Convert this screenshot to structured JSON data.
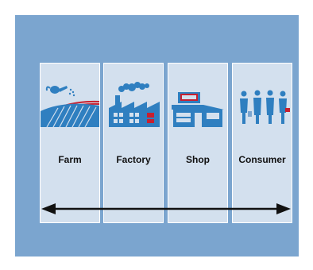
{
  "colors": {
    "background": "#7ba5cf",
    "panel": "#d3e0ee",
    "icon": "#2f7fc0",
    "accent": "#c8202f",
    "arrow": "#111111"
  },
  "stages": [
    {
      "label": "Farm",
      "icon": "farm-icon"
    },
    {
      "label": "Factory",
      "icon": "factory-icon"
    },
    {
      "label": "Shop",
      "icon": "shop-icon"
    },
    {
      "label": "Consumer",
      "icon": "consumer-icon"
    }
  ]
}
